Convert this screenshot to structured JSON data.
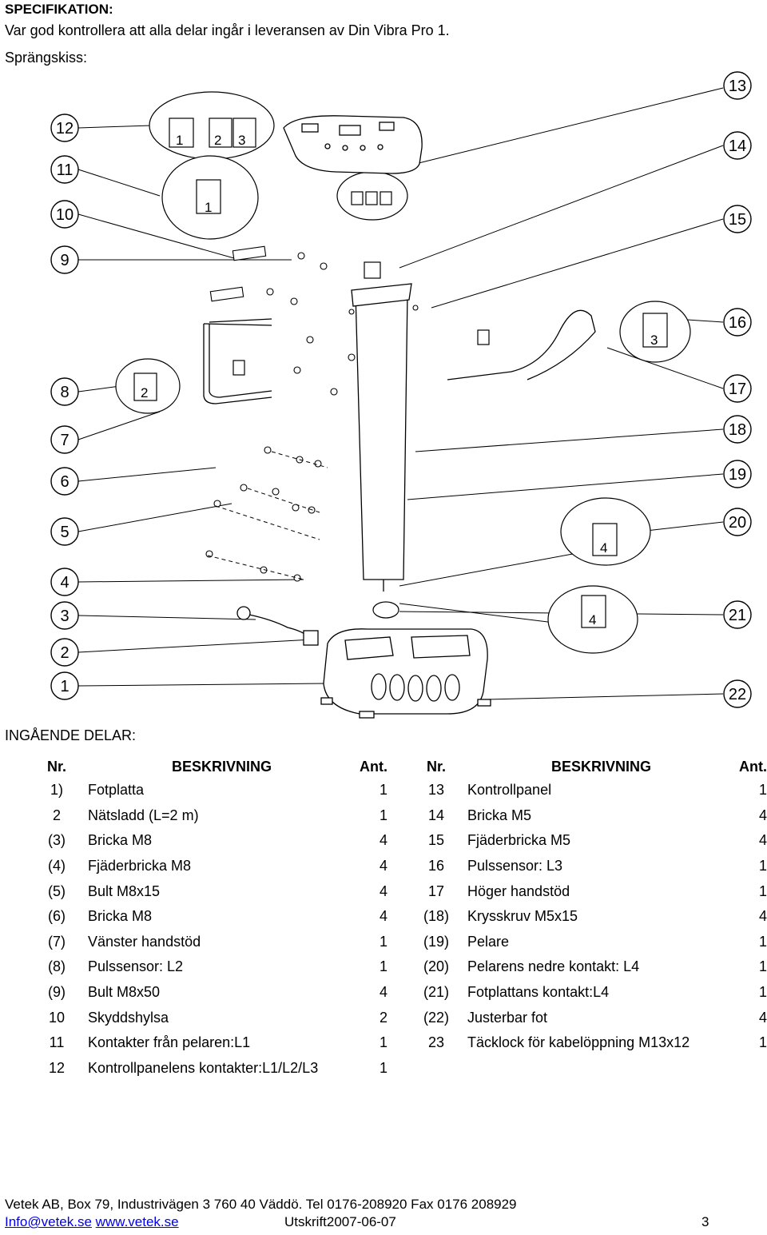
{
  "header": {
    "title": "SPECIFIKATION:",
    "intro": "Var god kontrollera att alla delar ingår i leveransen av Din Vibra Pro 1.",
    "subtitle": "Sprängskiss:"
  },
  "diagram": {
    "left_callouts": [
      "12",
      "11",
      "10",
      "9",
      "8",
      "7",
      "6",
      "5",
      "4",
      "3",
      "2",
      "1"
    ],
    "right_callouts": [
      "13",
      "14",
      "15",
      "16",
      "17",
      "18",
      "19",
      "20",
      "21",
      "22"
    ],
    "plug_labels": [
      "1",
      "2",
      "3",
      "1",
      "2",
      "3",
      "4",
      "4"
    ]
  },
  "parts": {
    "heading": "INGÅENDE DELAR:",
    "col_nr": "Nr.",
    "col_desc": "BESKRIVNING",
    "col_ant": "Ant.",
    "left": [
      {
        "nr": "1)",
        "desc": "Fotplatta",
        "ant": "1"
      },
      {
        "nr": "2",
        "desc": "Nätsladd (L=2 m)",
        "ant": "1"
      },
      {
        "nr": "(3)",
        "desc": "Bricka M8",
        "ant": "4"
      },
      {
        "nr": "(4)",
        "desc": "Fjäderbricka M8",
        "ant": "4"
      },
      {
        "nr": "(5)",
        "desc": "Bult M8x15",
        "ant": "4"
      },
      {
        "nr": "(6)",
        "desc": "Bricka M8",
        "ant": "4"
      },
      {
        "nr": "(7)",
        "desc": "Vänster handstöd",
        "ant": "1"
      },
      {
        "nr": "(8)",
        "desc": "Pulssensor: L2",
        "ant": "1"
      },
      {
        "nr": "(9)",
        "desc": "Bult M8x50",
        "ant": "4"
      },
      {
        "nr": "10",
        "desc": "Skyddshylsa",
        "ant": "2"
      },
      {
        "nr": "11",
        "desc": "Kontakter från pelaren:L1",
        "ant": "1"
      },
      {
        "nr": "12",
        "desc": "Kontrollpanelens kontakter:L1/L2/L3",
        "ant": "1"
      }
    ],
    "right": [
      {
        "nr": "13",
        "desc": "Kontrollpanel",
        "ant": "1"
      },
      {
        "nr": "14",
        "desc": "Bricka M5",
        "ant": "4"
      },
      {
        "nr": "15",
        "desc": "Fjäderbricka M5",
        "ant": "4"
      },
      {
        "nr": "16",
        "desc": "Pulssensor: L3",
        "ant": "1"
      },
      {
        "nr": "17",
        "desc": "Höger handstöd",
        "ant": "1"
      },
      {
        "nr": "(18)",
        "desc": "Krysskruv M5x15",
        "ant": "4"
      },
      {
        "nr": "(19)",
        "desc": "Pelare",
        "ant": "1"
      },
      {
        "nr": "(20)",
        "desc": "Pelarens nedre kontakt: L4",
        "ant": "1"
      },
      {
        "nr": "(21)",
        "desc": "Fotplattans kontakt:L4",
        "ant": "1"
      },
      {
        "nr": "(22)",
        "desc": "Justerbar fot",
        "ant": "4"
      },
      {
        "nr": "23",
        "desc": "Täcklock för kabelöppning M13x12",
        "ant": "1"
      }
    ]
  },
  "footer": {
    "address": "Vetek AB, Box 79, Industrivägen 3 760 40 Väddö. Tel 0176-208920 Fax 0176 208929",
    "email": "Info@vetek.se",
    "website": "www.vetek.se",
    "printed": "Utskrift2007-06-07",
    "page": "3"
  }
}
